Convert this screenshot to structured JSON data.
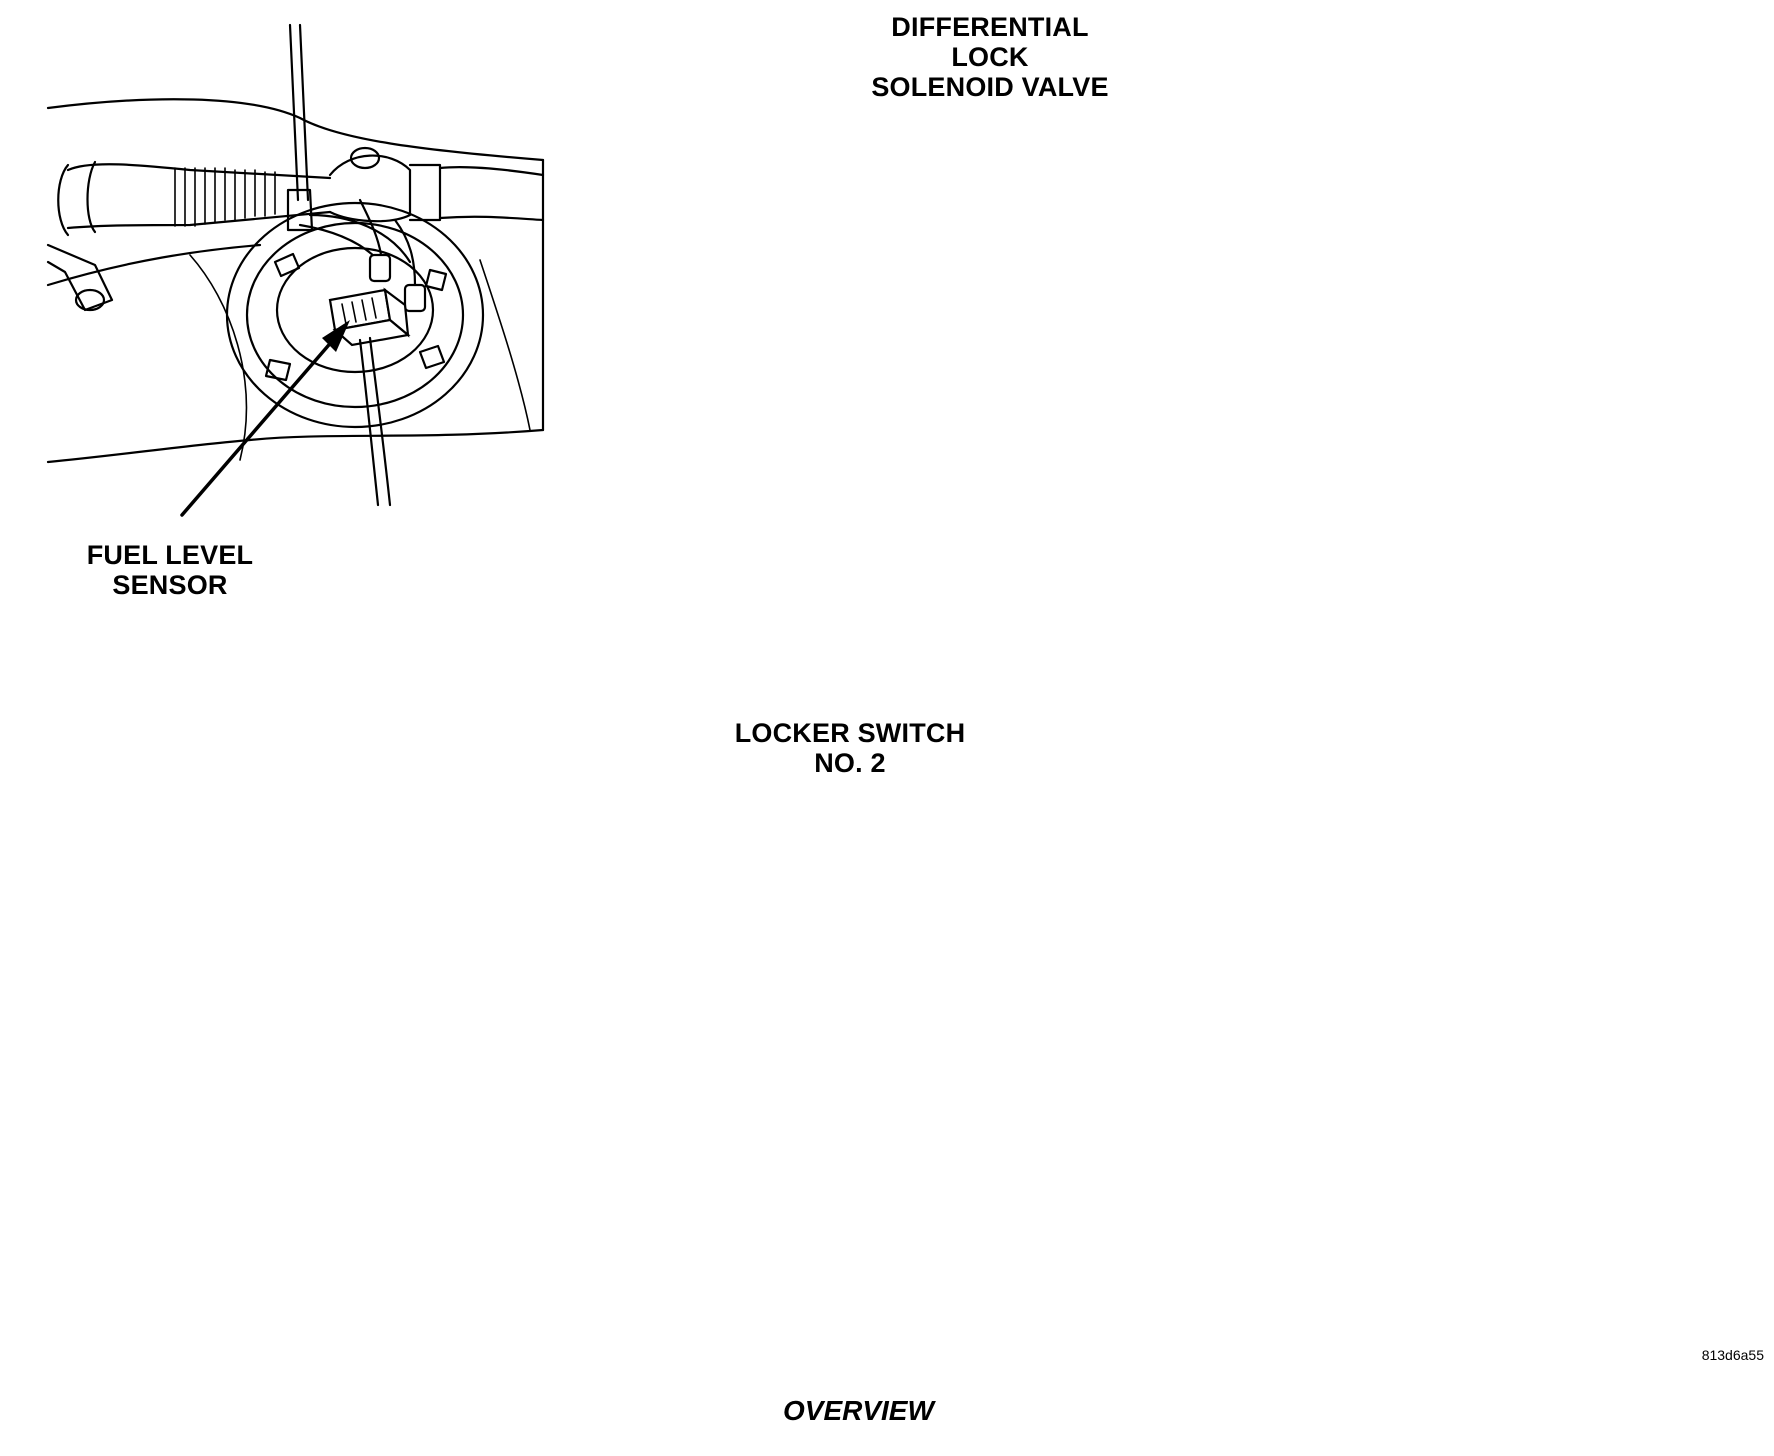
{
  "labels": {
    "differential_lock_solenoid_valve": [
      "DIFFERENTIAL",
      "LOCK",
      "SOLENOID VALVE"
    ],
    "fuel_level_sensor": [
      "FUEL LEVEL",
      "SENSOR"
    ],
    "locker_switch": [
      "LOCKER SWITCH",
      "NO. 2"
    ]
  },
  "caption": "OVERVIEW",
  "figure_id": "813d6a55",
  "icons": {
    "panel_1": "fuel-tank-pump-module-illustration",
    "panel_2": "rear-axle-solenoid-valve-illustration",
    "panel_3": "axle-housing-locker-switch-illustration"
  }
}
